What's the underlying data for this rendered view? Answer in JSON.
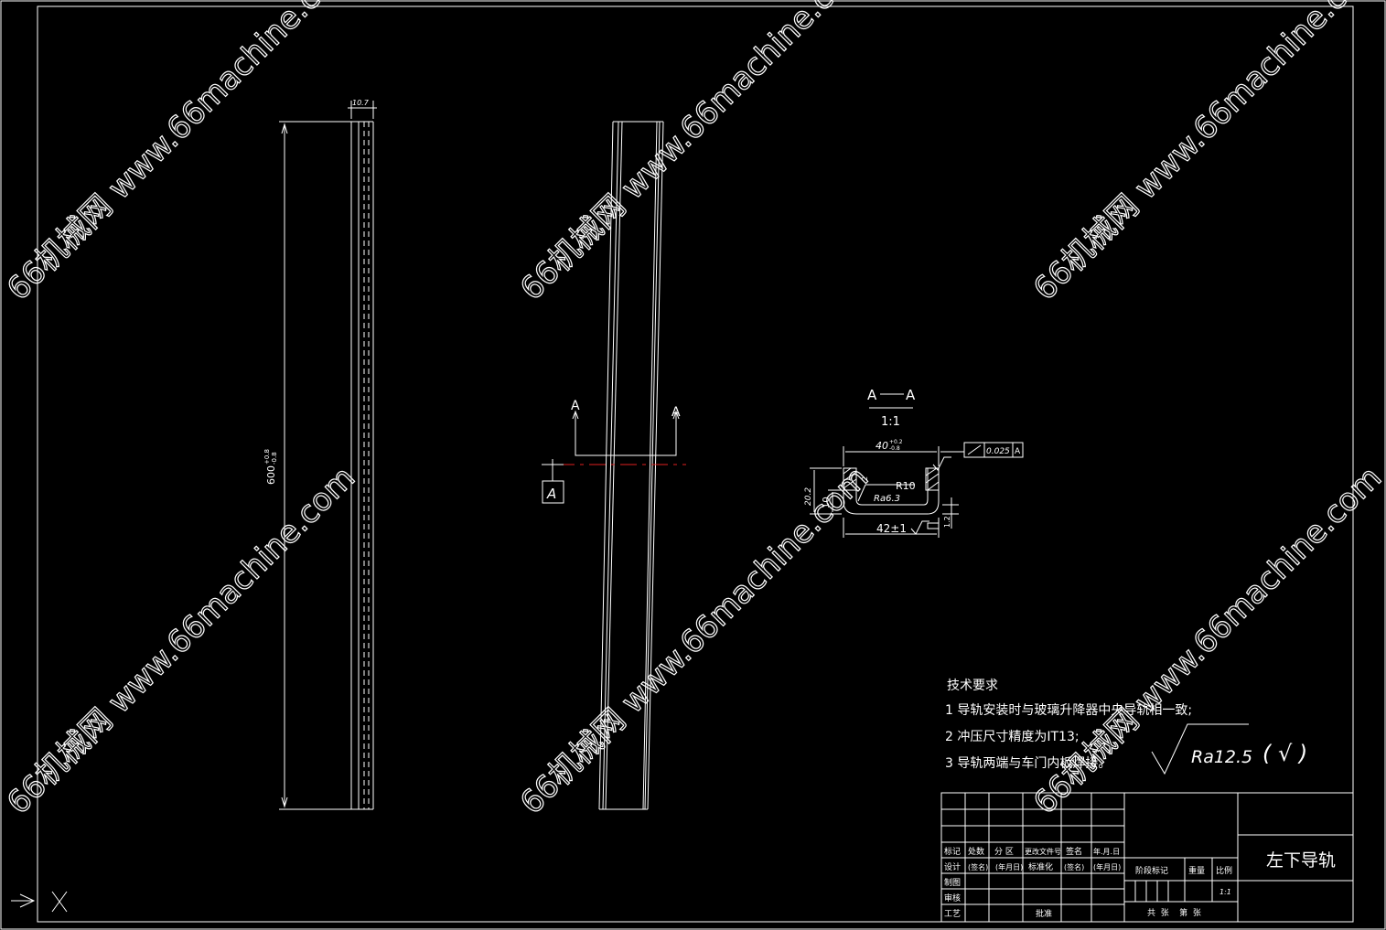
{
  "drawing": {
    "title": "左下导轨",
    "scale_value": "1:1",
    "scale_cell": "1:1"
  },
  "side_view": {
    "dim_length": "600+0.8-0.8",
    "dim_length_main": "600",
    "dim_length_tol_upper": "+0.8",
    "dim_length_tol_lower": "-0.8",
    "dim_width": "10.7"
  },
  "front_view": {
    "section_marker": "A",
    "datum_label": "A"
  },
  "section_view": {
    "title_left": "A",
    "title_right": "A",
    "scale": "1:1",
    "dim_top": "40",
    "dim_top_tol_upper": "+0.2",
    "dim_top_tol_lower": "-0.8",
    "dim_bottom": "42±1",
    "dim_radius": "R10",
    "dim_left_height": "10",
    "dim_left_total": "20.2",
    "dim_small_1": "2",
    "dim_small_2": "1.2",
    "roughness_inner": "Ra6.3",
    "tolerance_value": "0.025",
    "tolerance_datum": "A"
  },
  "tech_requirements": {
    "title": "技术要求",
    "items": [
      "1  导轨安装时与玻璃升降器中央导轨相一致;",
      "2  冲压尺寸精度为IT13;",
      "3  导轨两端与车门内板焊接。"
    ]
  },
  "roughness_symbol": {
    "value": "Ra12.5",
    "suffix": "( √ )"
  },
  "title_block": {
    "header_labels": [
      "标记",
      "处数",
      "分 区",
      "更改文件号",
      "签名",
      "年.月.日"
    ],
    "row_design": [
      "设计",
      "(签名)",
      "(年月日)",
      "标准化",
      "(签名)",
      "(年月日)"
    ],
    "row_labels": [
      "制图",
      "审核",
      "工艺"
    ],
    "approve_label": "批准",
    "stage_label": "阶段标记",
    "weight_label": "重量",
    "ratio_label": "比例",
    "sheets_label": "共  张    第  张"
  },
  "watermark": {
    "text": "66机械网 www.66machine.com"
  }
}
